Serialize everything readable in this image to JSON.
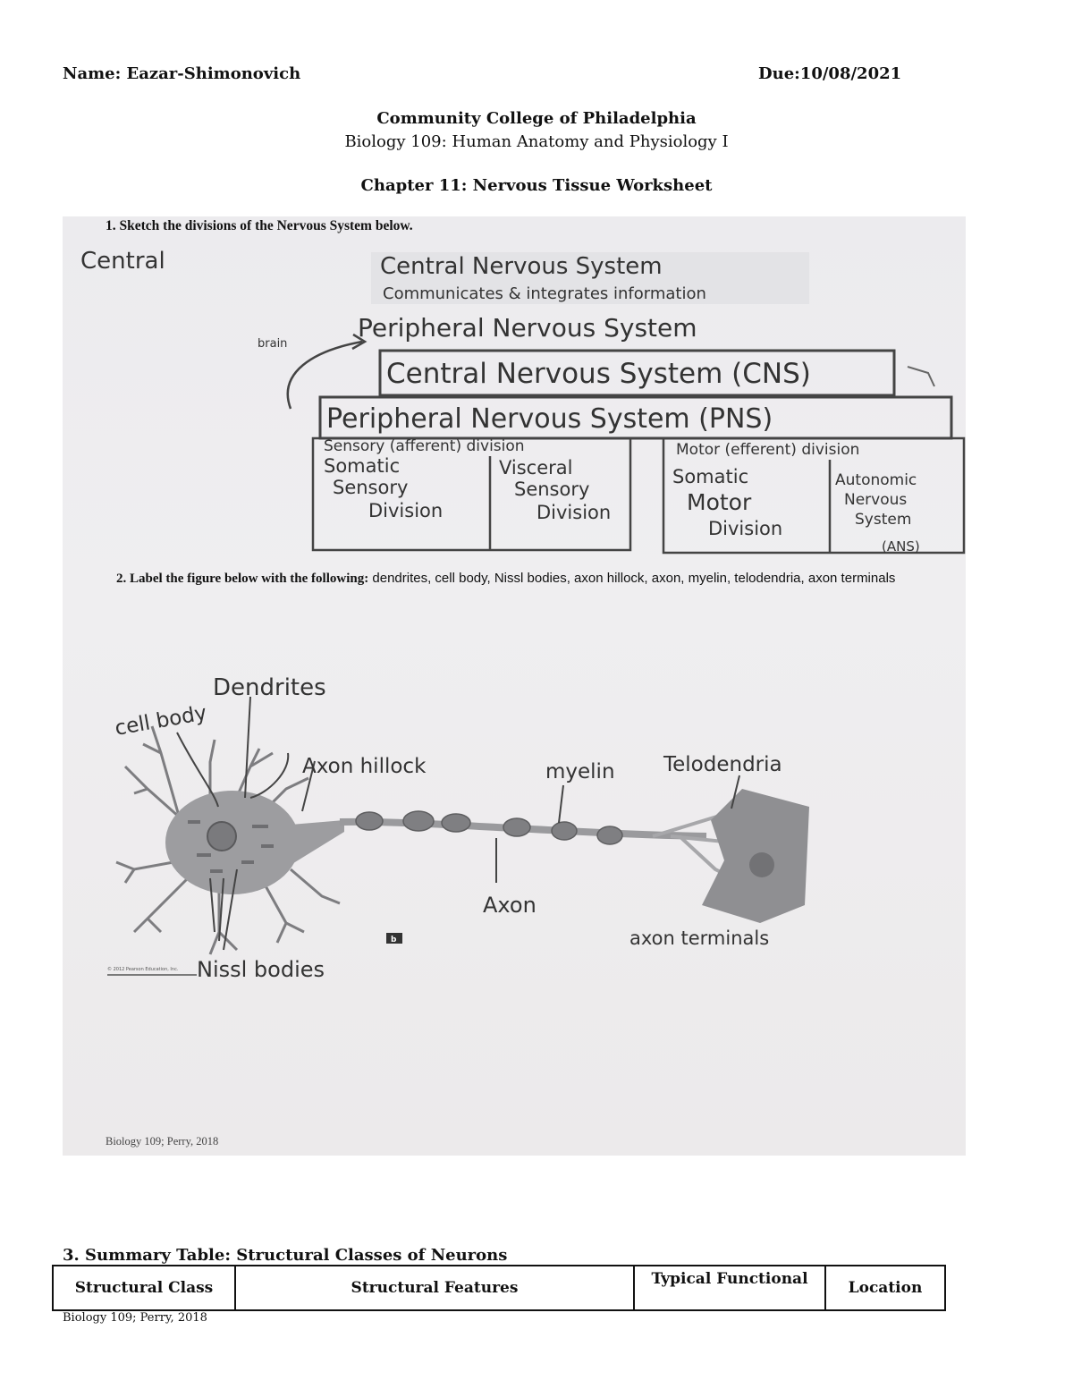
{
  "header": {
    "name": "Name: Eazar-Shimonovich",
    "due": "Due:10/08/2021",
    "college": "Community College of Philadelphia",
    "course": "Biology 109: Human Anatomy and Physiology I",
    "chapter": "Chapter 11: Nervous Tissue Worksheet"
  },
  "photo": {
    "q1": "1.  Sketch the divisions of the Nervous System below.",
    "q2_bold": "2.  Label the figure below with the following:",
    "q2_text": " dendrites, cell body, Nissl bodies, axon hillock, axon, myelin, telodendria, axon terminals",
    "footer": "Biology 109; Perry, 2018",
    "figure_badge": "b",
    "figure_credit": "© 2012 Pearson Education, Inc.",
    "divisions": {
      "scribbled_top": "Central Nervous System",
      "scribbled_top_2": "Communicates & integrates information",
      "scribbled_top_3": "Peripheral Nervous System",
      "scribbled_left": "Central",
      "scribbled_side": "brain",
      "cns": "Central Nervous System (CNS)",
      "pns": "Peripheral Nervous System (PNS)",
      "sensory": "Sensory (afferent) division",
      "motor": "Motor (efferent) division",
      "somatic_sensory": [
        "Somatic",
        "Sensory",
        "Division"
      ],
      "visceral_sensory": [
        "Visceral",
        "Sensory",
        "Division"
      ],
      "somatic_motor": [
        "Somatic",
        "Motor",
        "Division"
      ],
      "autonomic": [
        "Autonomic",
        "Nervous",
        "System",
        "(ANS)"
      ]
    },
    "neuron_labels": {
      "dendrites": "Dendrites",
      "cell_body": "cell body",
      "axon_hillock": "Axon hillock",
      "myelin": "myelin",
      "telodendria": "Telodendria",
      "axon": "Axon",
      "axon_terminals": "axon terminals",
      "nissl_bodies": "Nissl bodies"
    }
  },
  "summary": {
    "title": "3.  Summary Table: Structural Classes of Neurons",
    "columns": [
      "Structural Class",
      "Structural Features",
      "Typical Functional",
      "Location"
    ]
  },
  "footer": "Biology 109; Perry, 2018"
}
